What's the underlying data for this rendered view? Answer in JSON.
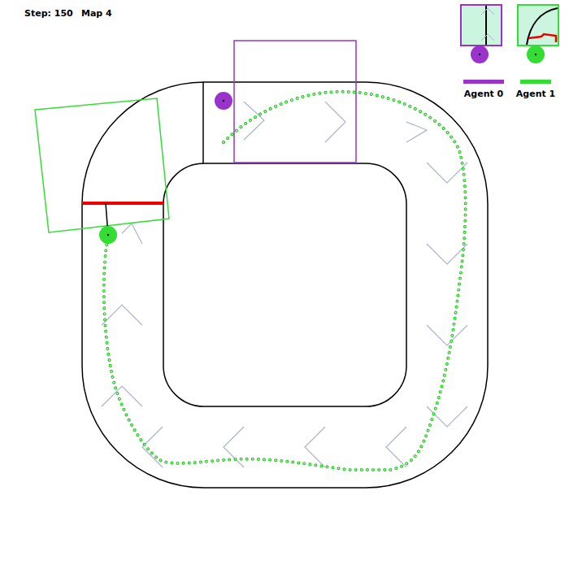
{
  "diagram": {
    "labels": [
      "Step: 150",
      "Map 4"
    ],
    "legend": [
      {
        "text": "Agent 0",
        "color": "#9933cc"
      },
      {
        "text": "Agent 1",
        "color": "#33dd33"
      }
    ]
  }
}
